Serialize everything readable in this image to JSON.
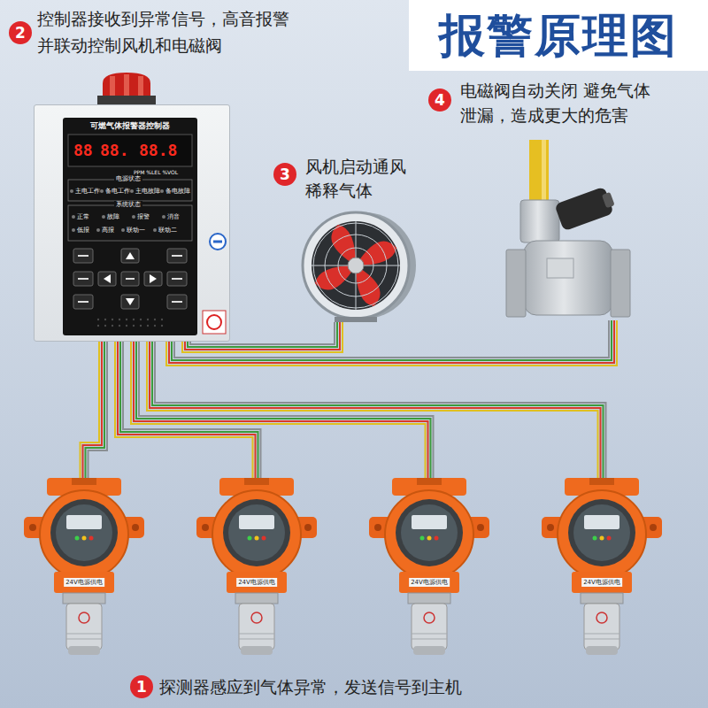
{
  "diagram": {
    "title": "报警原理图",
    "nodes": [
      {
        "text": [
          "可燃气体报警器控制器",
          "88",
          "88.",
          "88.8",
          "PPM %LEL %VOL",
          "电源状态",
          "主电工作",
          "备电工作",
          "主电故障",
          "备电故障",
          "系统状态",
          "正常",
          "故障",
          "报警",
          "消音",
          "低报",
          "高报",
          "联动一",
          "联动二"
        ]
      },
      {
        "text": [
          "24V电源供电"
        ]
      },
      {
        "text": [
          "24V电源供电"
        ]
      },
      {
        "text": [
          "24V电源供电"
        ]
      },
      {
        "text": [
          "24V电源供电"
        ]
      }
    ],
    "edges": [
      {
        "from": 0,
        "to": 1,
        "arrow": "none"
      },
      {
        "from": 0,
        "to": 2,
        "arrow": "none"
      },
      {
        "from": 0,
        "to": 3,
        "arrow": "none"
      },
      {
        "from": 0,
        "to": 4,
        "arrow": "none"
      }
    ],
    "labels": [
      "2",
      "控制器接收到异常信号，高音报警 并联动控制风机和电磁阀",
      "3",
      "风机启动通风 稀释气体",
      "4",
      "电磁阀自动关闭 避免气体 泄漏，造成更大的危害",
      "1",
      "探测器感应到气体异常，发送信号到主机"
    ]
  }
}
